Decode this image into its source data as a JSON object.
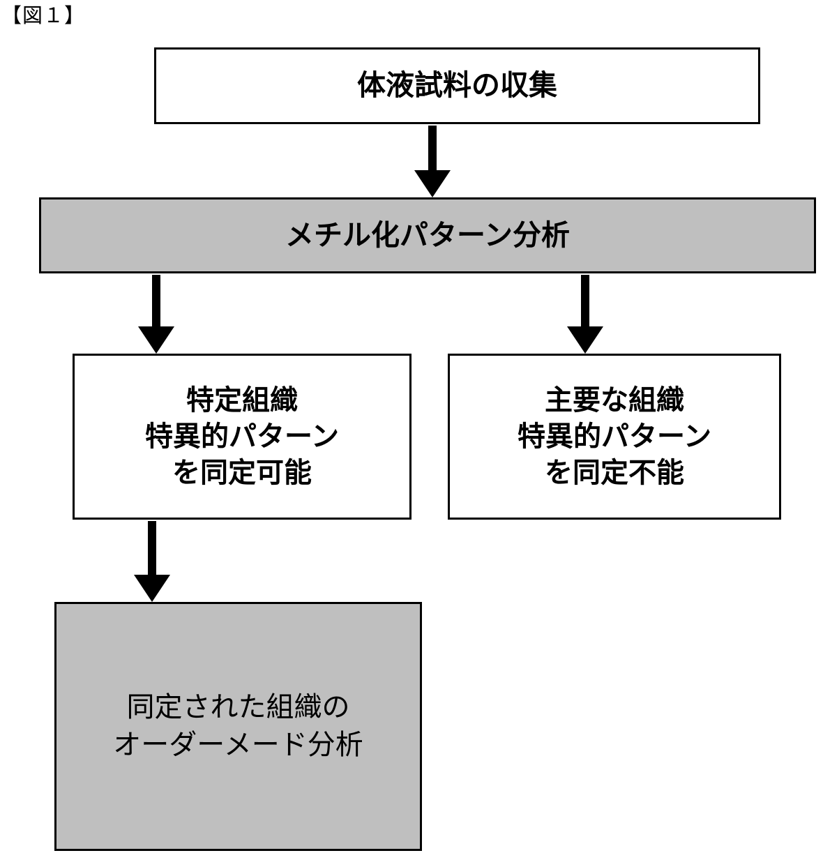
{
  "figure": {
    "label": "【図１】"
  },
  "flowchart": {
    "type": "flowchart",
    "orientation": "top-to-bottom",
    "colors": {
      "box_fill_white": "#ffffff",
      "box_fill_gray": "#bfbfbf",
      "border": "#000000",
      "text": "#000000",
      "arrow": "#000000"
    },
    "nodes": [
      {
        "id": "collect",
        "label": "体液試料の収集",
        "fill": "white"
      },
      {
        "id": "analysis",
        "label": "メチル化パターン分析",
        "fill": "gray"
      },
      {
        "id": "identifiable",
        "label": "特定組織\n特異的パターン\nを同定可能",
        "fill": "white"
      },
      {
        "id": "not_identifiable",
        "label": "主要な組織\n特異的パターン\nを同定不能",
        "fill": "white"
      },
      {
        "id": "tailored",
        "label": "同定された組織の\nオーダーメード分析",
        "fill": "gray"
      }
    ],
    "edges": [
      {
        "id": "e1",
        "from": "collect",
        "to": "analysis",
        "icon": "down-arrow-icon"
      },
      {
        "id": "e2",
        "from": "analysis",
        "to": "identifiable",
        "icon": "down-arrow-icon"
      },
      {
        "id": "e3",
        "from": "analysis",
        "to": "not_identifiable",
        "icon": "down-arrow-icon"
      },
      {
        "id": "e4",
        "from": "identifiable",
        "to": "tailored",
        "icon": "down-arrow-icon"
      }
    ]
  }
}
